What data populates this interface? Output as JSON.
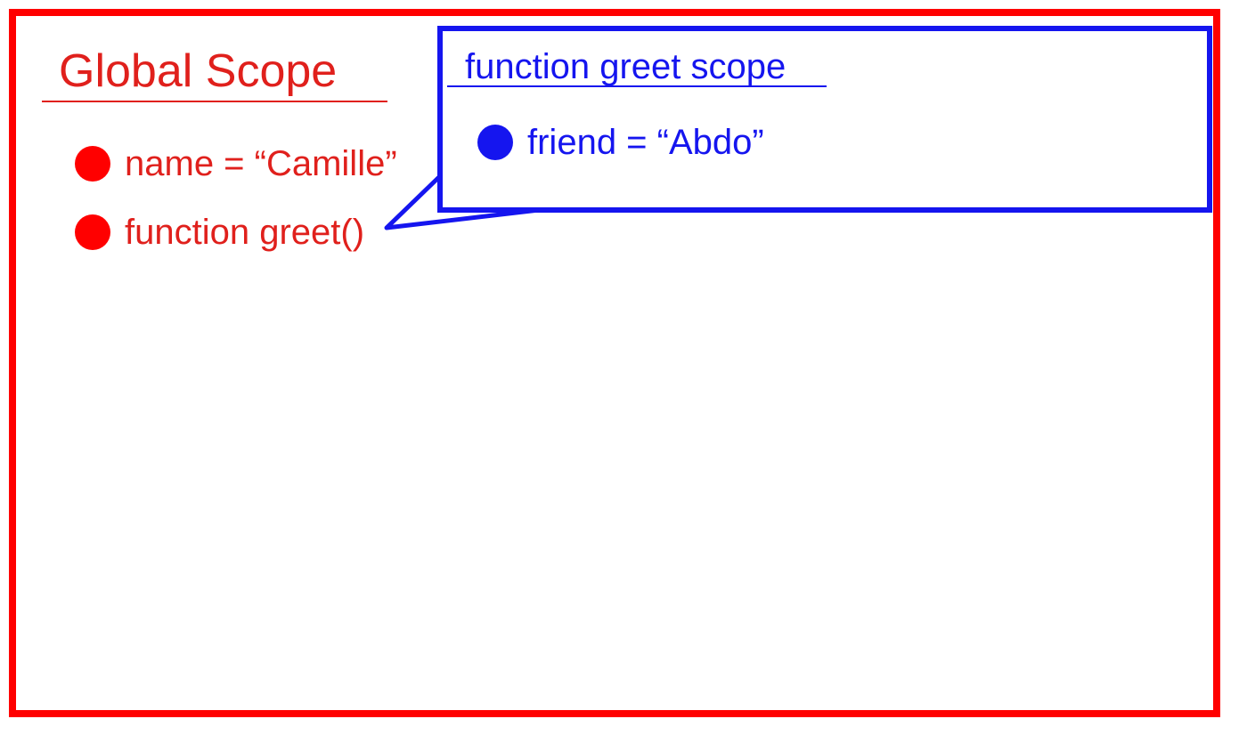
{
  "colors": {
    "global": "#ff0000",
    "global_text": "#e0201c",
    "function": "#1515ef",
    "function_text": "#1515ef"
  },
  "global_scope": {
    "title": "Global Scope",
    "items": [
      {
        "label": "name = “Camille”"
      },
      {
        "label": "function greet()"
      }
    ]
  },
  "function_scope": {
    "title": "function greet scope",
    "items": [
      {
        "label": "friend = “Abdo”"
      }
    ]
  }
}
